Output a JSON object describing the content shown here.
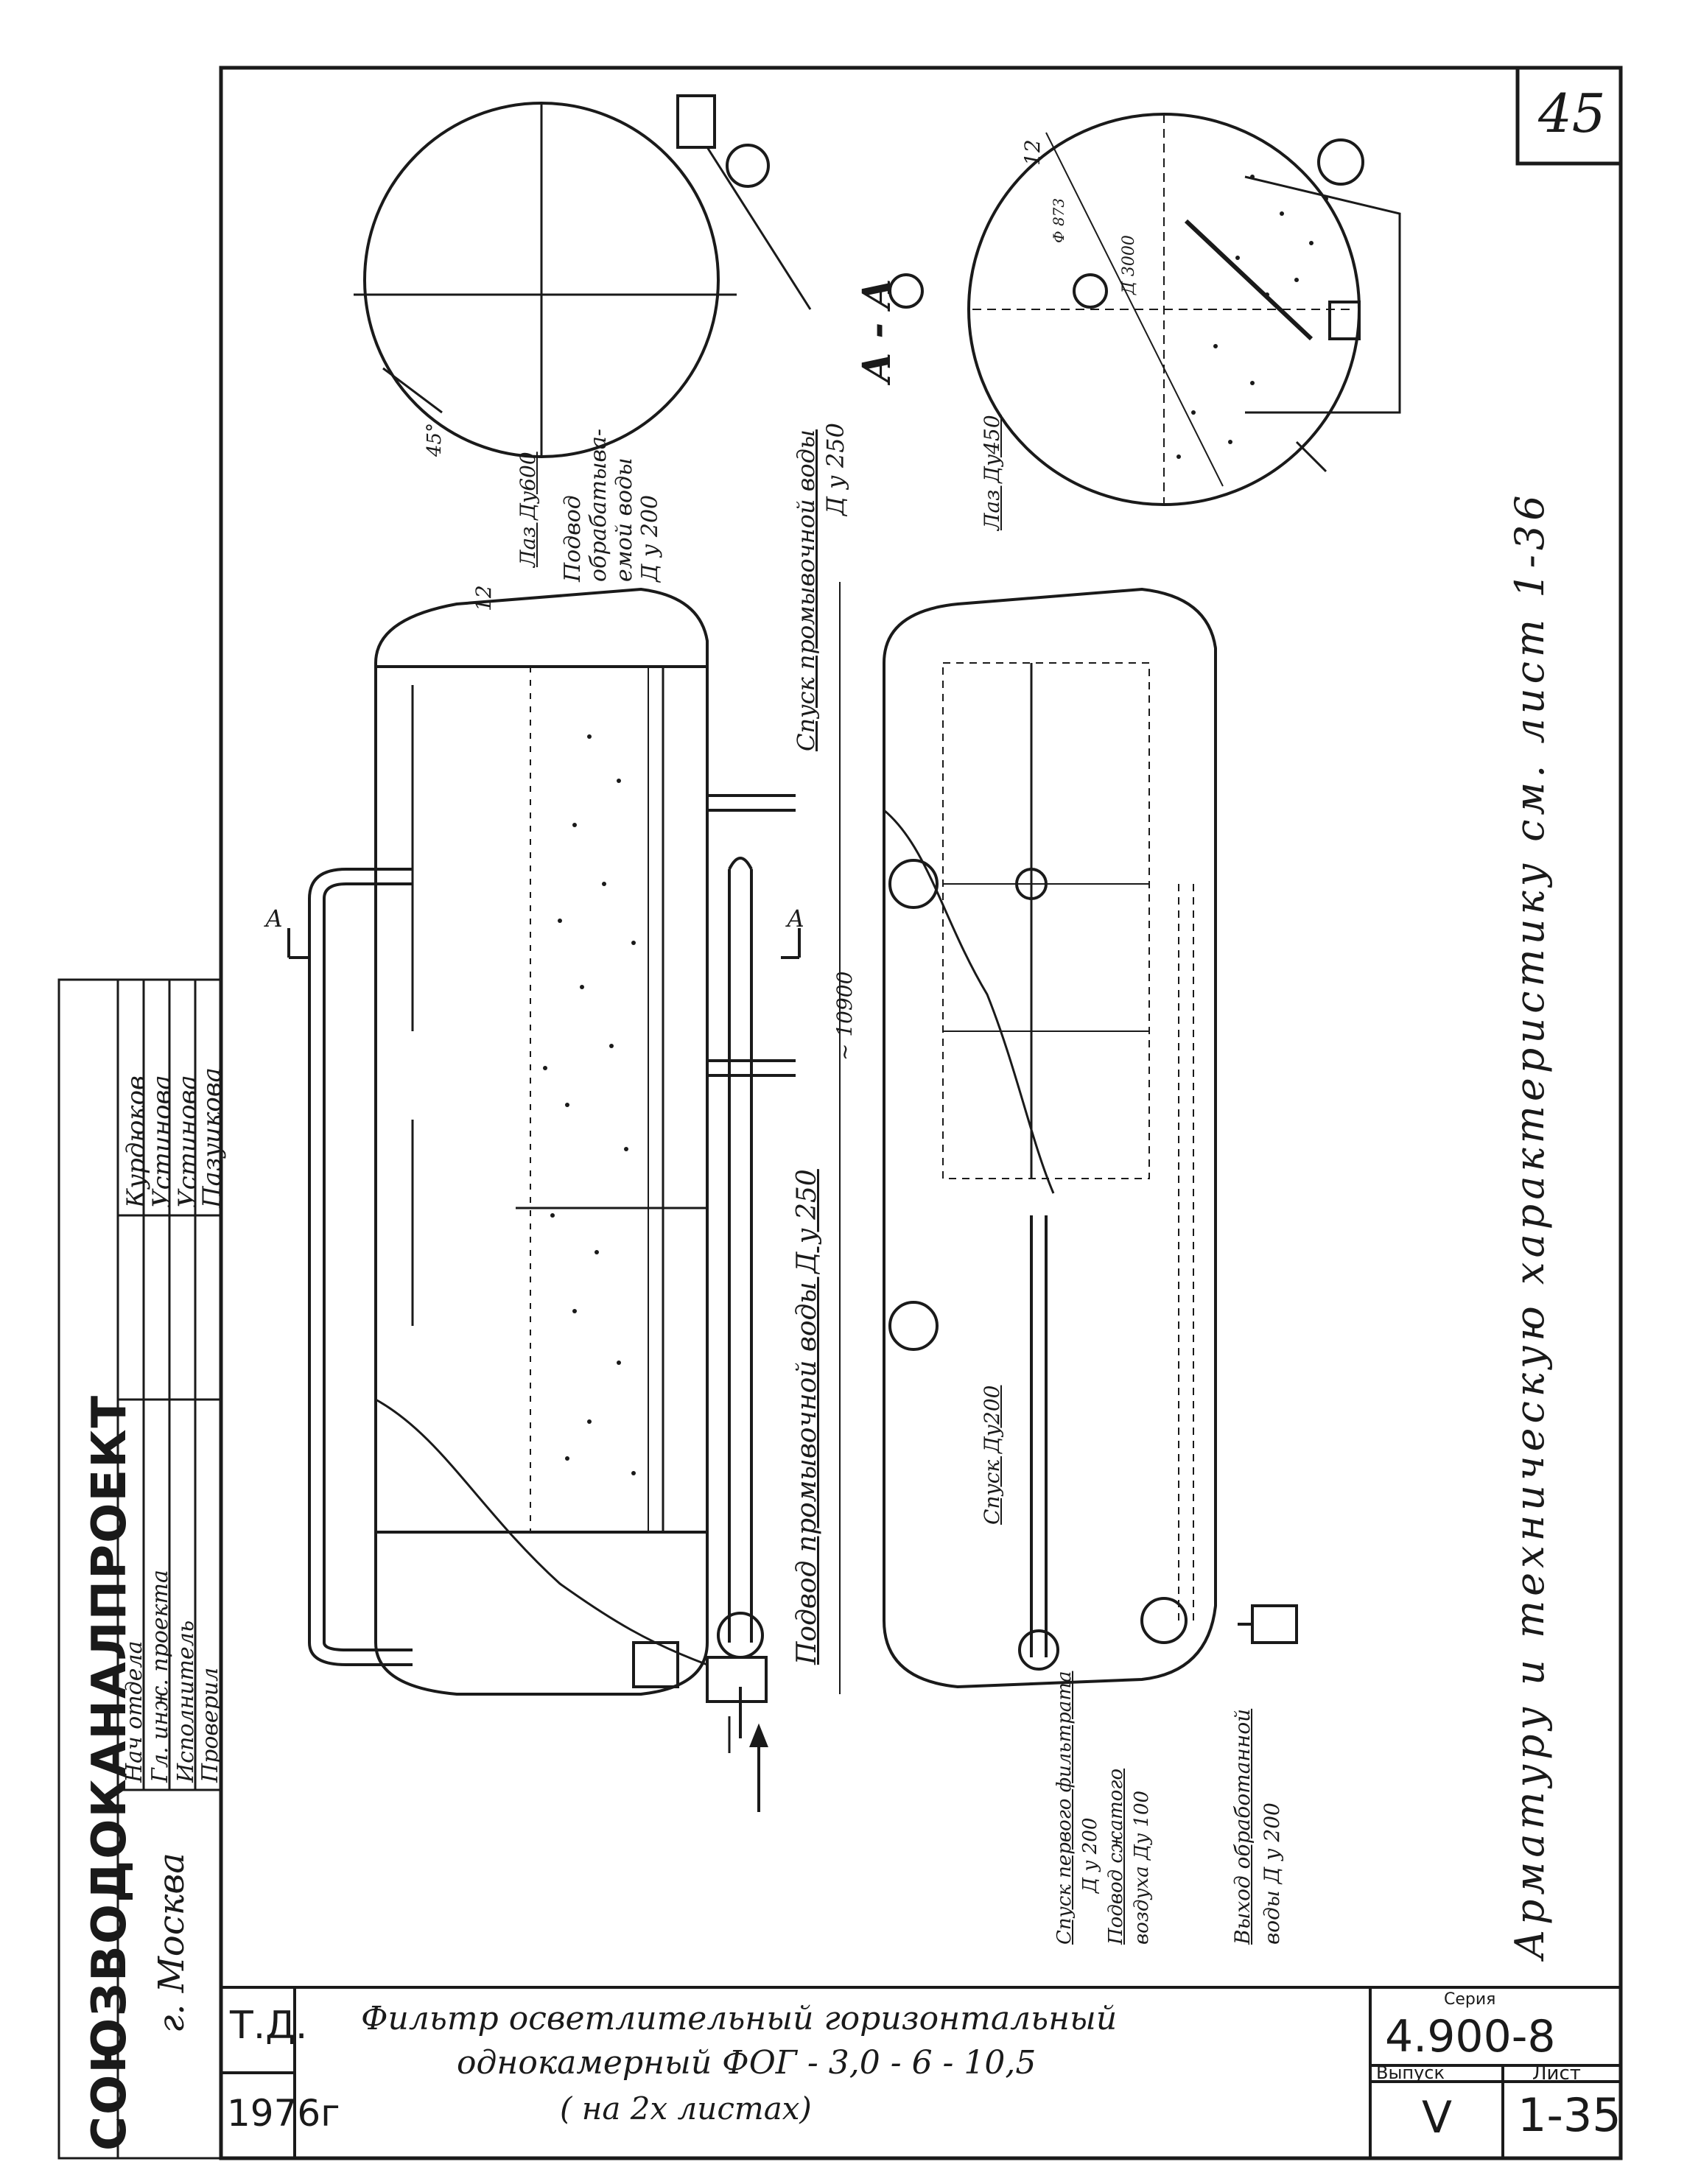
{
  "sheet_number": "45",
  "org": {
    "name": "СОЮЗВОДОКАНАЛПРОЕКТ",
    "city": "г. Москва",
    "staff": [
      {
        "role": "Нач отдела",
        "name": "Курдюков"
      },
      {
        "role": "Гл. инж. проекта",
        "name": "Устинова"
      },
      {
        "role": "Исполнитель",
        "name": "Устинова"
      },
      {
        "role": "Проверил",
        "name": "Пазуикова"
      }
    ]
  },
  "section": {
    "label": "А - А",
    "cut_mark": "А",
    "dims": {
      "wall": "12",
      "diameter": "Д 3000",
      "pipe": "Ф 873",
      "angle": "45°"
    }
  },
  "callouts": {
    "manhole_top": "Лаз Ду600",
    "manhole_side": "Лаз Ду450",
    "treated_water_inlet": [
      "Подвод",
      "обрабатыва-",
      "емой воды",
      "Д у 200"
    ],
    "wash_water_drain": [
      "Спуск промывочной воды",
      "Д у 250"
    ],
    "wash_water_inlet": "Подвод промывочной воды   Д у 250",
    "drain_200": "Спуск Ду200",
    "first_filtrate_drain": [
      "Спуск первого фильтрата",
      "Д у 200"
    ],
    "compressed_air": [
      "Подвод сжатого",
      "воздуха  Ду 100"
    ],
    "treated_water_outlet": [
      "Выход обработанной",
      "воды   Д у 200"
    ],
    "length_dim": "~ 10900",
    "wall_thickness": "12"
  },
  "fittings_note": "Арматуру и техническую характеристику см. лист 1-36",
  "title_block": {
    "doc_type": "Т.Д.",
    "year": "1976г",
    "title_line1": "Фильтр осветлительный горизонтальный",
    "title_line2": "однокамерный ФОГ - 3,0 - 6 - 10,5",
    "title_line3": "( на 2х листах)",
    "series_label": "Серия",
    "series": "4.900-8",
    "issue_label": "Выпуск",
    "issue": "V",
    "sheet_label": "Лист",
    "sheet": "1-35"
  }
}
